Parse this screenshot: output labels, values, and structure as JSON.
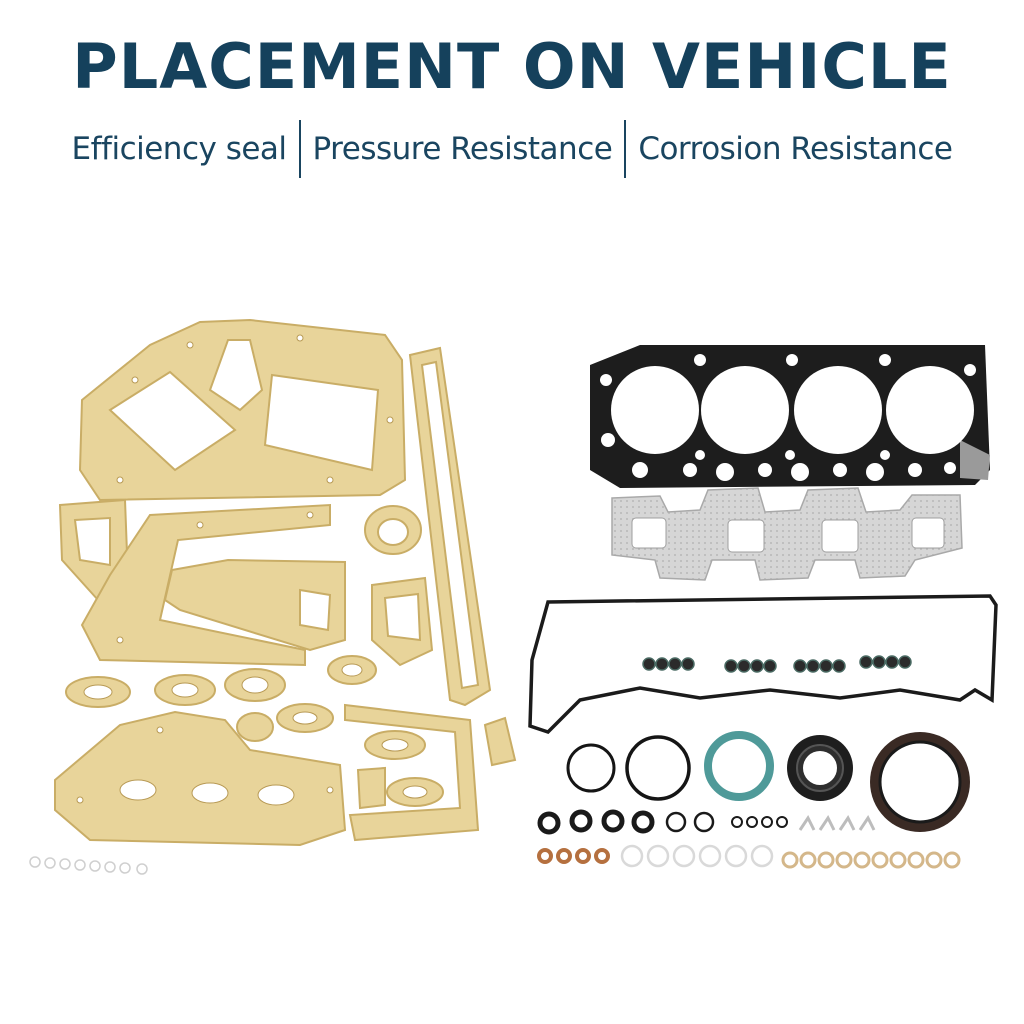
{
  "header": {
    "title": "PLACEMENT ON VEHICLE",
    "features": [
      "Efficiency seal",
      "Pressure Resistance",
      "Corrosion Resistance"
    ]
  },
  "colors": {
    "title": "#15415c",
    "paper_gasket": "#e8d49a",
    "paper_edge": "#c9ad66",
    "head_gasket": "#1d1d1d",
    "manifold": "#d4d4d4",
    "teal_ring": "#4f9a99"
  }
}
